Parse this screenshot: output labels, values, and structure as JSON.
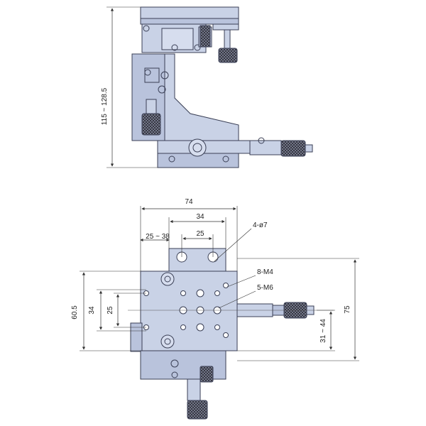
{
  "colors": {
    "body": "#c9d2e6",
    "body_dark": "#aab6d2",
    "outline": "#3a3f55",
    "knurl": "#2b2b34",
    "dimension": "#333333"
  },
  "side_view": {
    "height_label": "115 ~ 128.5"
  },
  "top_view": {
    "width_74": "74",
    "width_34": "34",
    "width_25": "25",
    "range_25_38": "25 ~ 38",
    "hole_4_d7": "4-ø7",
    "hole_8_m4": "8-M4",
    "hole_5_m6": "5-M6",
    "height_60_5": "60.5",
    "height_34": "34",
    "height_25": "25",
    "range_31_44": "31 ~ 44",
    "height_75": "75"
  }
}
